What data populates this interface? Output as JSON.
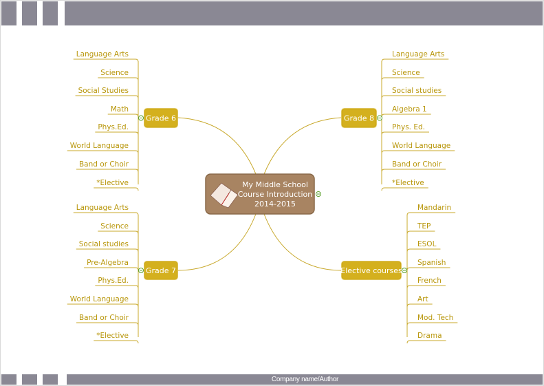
{
  "footer": {
    "text": "Company name/Author"
  },
  "center": {
    "lines": [
      "My Middle School",
      "Course Introduction",
      "2014-2015"
    ],
    "icon": "open-book-icon"
  },
  "branches": [
    {
      "label": "Grade 6",
      "side": "left",
      "items": [
        "Language Arts",
        "Science",
        "Social Studies",
        "Math",
        "Phys.Ed.",
        "World Language",
        "Band or Choir",
        "*Elective"
      ]
    },
    {
      "label": "Grade 7",
      "side": "left",
      "items": [
        "Language Arts",
        "Science",
        "Social studies",
        "Pre-Algebra",
        "Phys.Ed.",
        "World Language",
        "Band or Choir",
        "*Elective"
      ]
    },
    {
      "label": "Grade 8",
      "side": "right",
      "items": [
        "Language Arts",
        "Science",
        "Social studies",
        "Algebra 1",
        "Phys. Ed.",
        "World Language",
        "Band or Choir",
        "*Elective"
      ]
    },
    {
      "label": "Elective courses",
      "side": "right",
      "items": [
        "Mandarin",
        "TEP",
        "ESOL",
        "Spanish",
        "French",
        "Art",
        "Mod. Tech",
        "Drama"
      ]
    }
  ],
  "colors": {
    "bar": "#8a8894",
    "branch": "#d4b01e",
    "center": "#a88462",
    "line": "#c8a82a",
    "text": "#b8960a"
  }
}
